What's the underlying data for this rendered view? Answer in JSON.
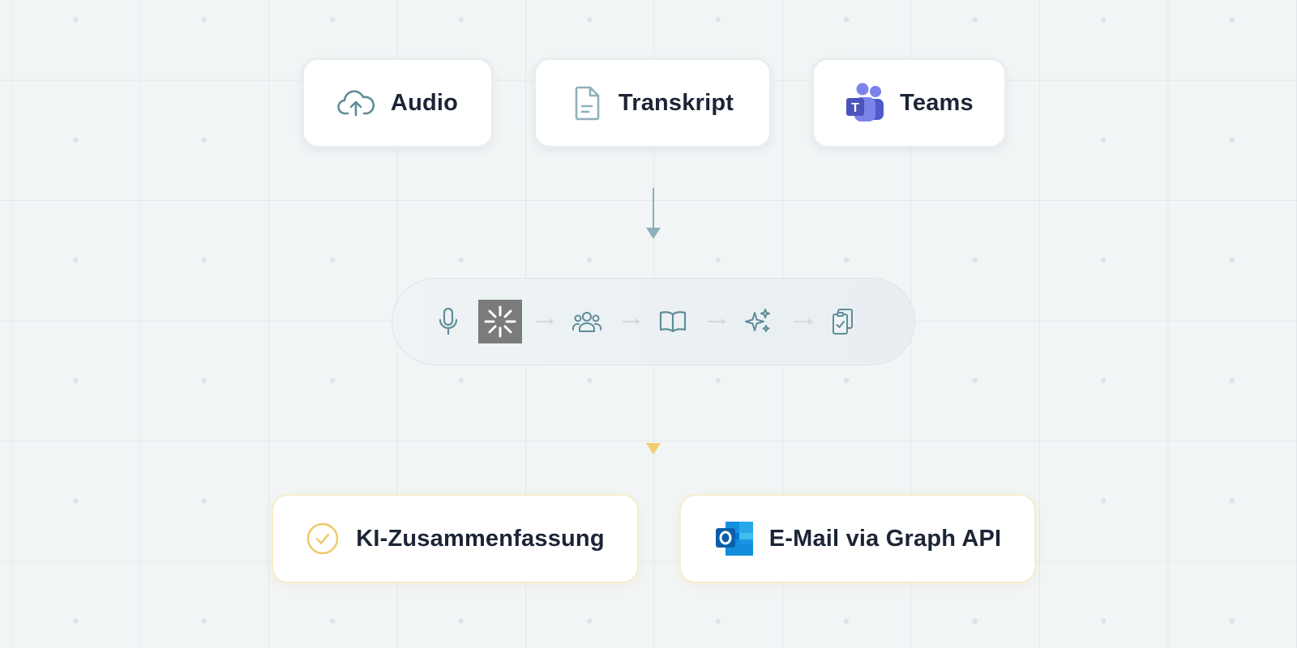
{
  "sources": [
    {
      "label": "Audio",
      "icon": "cloud-upload-icon"
    },
    {
      "label": "Transkript",
      "icon": "document-icon"
    },
    {
      "label": "Teams",
      "icon": "teams-icon"
    }
  ],
  "pipeline": {
    "steps": [
      "microphone-icon",
      "loading-spinner-icon",
      "people-icon",
      "open-book-icon",
      "sparkles-icon",
      "clipboard-check-icon"
    ]
  },
  "outputs": [
    {
      "label": "KI-Zusammenfassung",
      "icon": "check-circle-icon"
    },
    {
      "label": "E-Mail via Graph API",
      "icon": "outlook-icon"
    }
  ],
  "colors": {
    "icon_teal": "#5f8d98",
    "arrow_teal": "#8fb0b8",
    "arrow_gold": "#f2cd6b",
    "text_dark": "#1c2536",
    "check_gold": "#f0c766",
    "teams_purple": "#5b5fc7",
    "outlook_blue": "#0f6cbd"
  }
}
